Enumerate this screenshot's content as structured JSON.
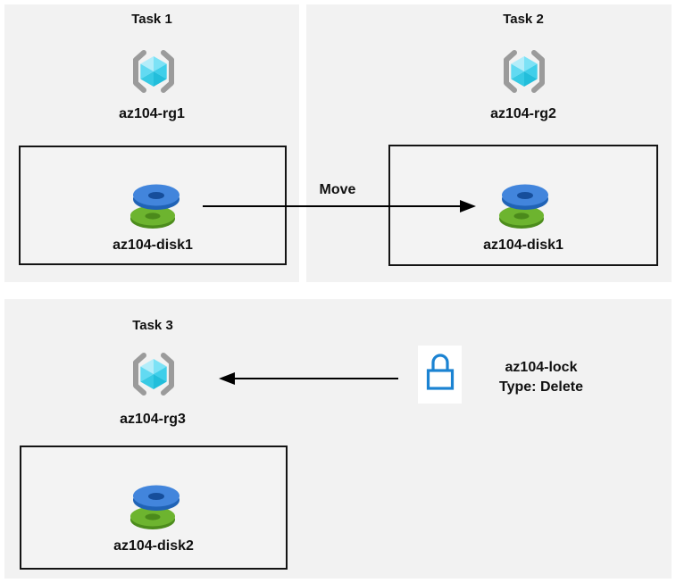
{
  "diagram": {
    "tasks": [
      {
        "title": "Task 1",
        "resource_group": "az104-rg1",
        "disk": "az104-disk1"
      },
      {
        "title": "Task 2",
        "resource_group": "az104-rg2",
        "disk": "az104-disk1"
      },
      {
        "title": "Task 3",
        "resource_group": "az104-rg3",
        "disk": "az104-disk2"
      }
    ],
    "move_arrow": {
      "label": "Move"
    },
    "lock": {
      "name": "az104-lock",
      "type_label": "Type: Delete"
    },
    "icons": {
      "resource_group": "resource-group-icon",
      "disk": "managed-disk-icon",
      "lock": "lock-icon"
    },
    "colors": {
      "panel_bg": "#f2f2f2",
      "box_border": "#141414",
      "arrow": "#000000",
      "text": "#111111",
      "disk_blue_top": "#4285dc",
      "disk_blue_side": "#2063b6",
      "disk_blue_hole": "#164e9b",
      "disk_green_top": "#6db42f",
      "disk_green_side": "#4c8c1c",
      "bracket_gray": "#9b9b9b",
      "cube_cyan_light": "#b3edfa",
      "cube_cyan": "#50d7f0",
      "cube_cyan_dark": "#22bedb",
      "lock_blue": "#1b83d2",
      "lock_tile_bg": "#ffffff"
    }
  }
}
